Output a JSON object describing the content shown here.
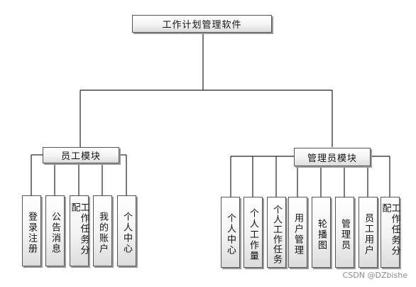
{
  "root": {
    "label": "工作计划管理软件"
  },
  "employee_module": {
    "label": "员工模块",
    "items": [
      "登录注册",
      "公告消息",
      "工作任务分配",
      "我的账户",
      "个人中心"
    ]
  },
  "admin_module": {
    "label": "管理员模块",
    "items": [
      "个人中心",
      "个人工作量",
      "个人工作任务",
      "用户管理",
      "轮播图",
      "管理员",
      "员工用户",
      "工作任务分配"
    ]
  },
  "watermark": "CSDN @DZbishe"
}
